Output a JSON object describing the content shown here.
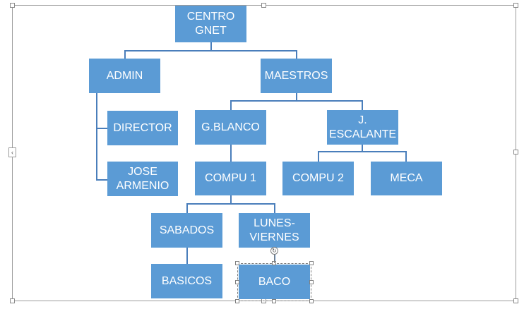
{
  "diagram": {
    "nodes": [
      {
        "id": "centro-gnet",
        "label": "CENTRO\nGNET"
      },
      {
        "id": "admin",
        "label": "ADMIN"
      },
      {
        "id": "maestros",
        "label": "MAESTROS"
      },
      {
        "id": "director",
        "label": "DIRECTOR"
      },
      {
        "id": "jose-armenio",
        "label": "JOSE\nARMENIO"
      },
      {
        "id": "g-blanco",
        "label": "G.BLANCO"
      },
      {
        "id": "j-escalante",
        "label": "J.\nESCALANTE"
      },
      {
        "id": "compu-1",
        "label": "COMPU 1"
      },
      {
        "id": "compu-2",
        "label": "COMPU 2"
      },
      {
        "id": "meca",
        "label": "MECA"
      },
      {
        "id": "sabados",
        "label": "SABADOS"
      },
      {
        "id": "lunes-viernes",
        "label": "LUNES-\nVIERNES"
      },
      {
        "id": "basicos",
        "label": "BASICOS"
      },
      {
        "id": "baco",
        "label": "BACO"
      }
    ],
    "edges": [
      [
        "centro-gnet",
        "admin"
      ],
      [
        "centro-gnet",
        "maestros"
      ],
      [
        "admin",
        "director"
      ],
      [
        "admin",
        "jose-armenio"
      ],
      [
        "maestros",
        "g-blanco"
      ],
      [
        "maestros",
        "j-escalante"
      ],
      [
        "g-blanco",
        "compu-1"
      ],
      [
        "j-escalante",
        "compu-2"
      ],
      [
        "j-escalante",
        "meca"
      ],
      [
        "compu-1",
        "sabados"
      ],
      [
        "compu-1",
        "lunes-viernes"
      ],
      [
        "sabados",
        "basicos"
      ],
      [
        "lunes-viernes",
        "baco"
      ]
    ],
    "selected": "baco"
  },
  "colors": {
    "node_fill": "#5b9bd5",
    "node_text": "#ffffff",
    "connector": "#4a7ebb",
    "frame": "#9b9b9b"
  },
  "icons": {
    "text_pane_toggle": "chevron-left-icon",
    "rotate_handle": "rotate-icon"
  }
}
